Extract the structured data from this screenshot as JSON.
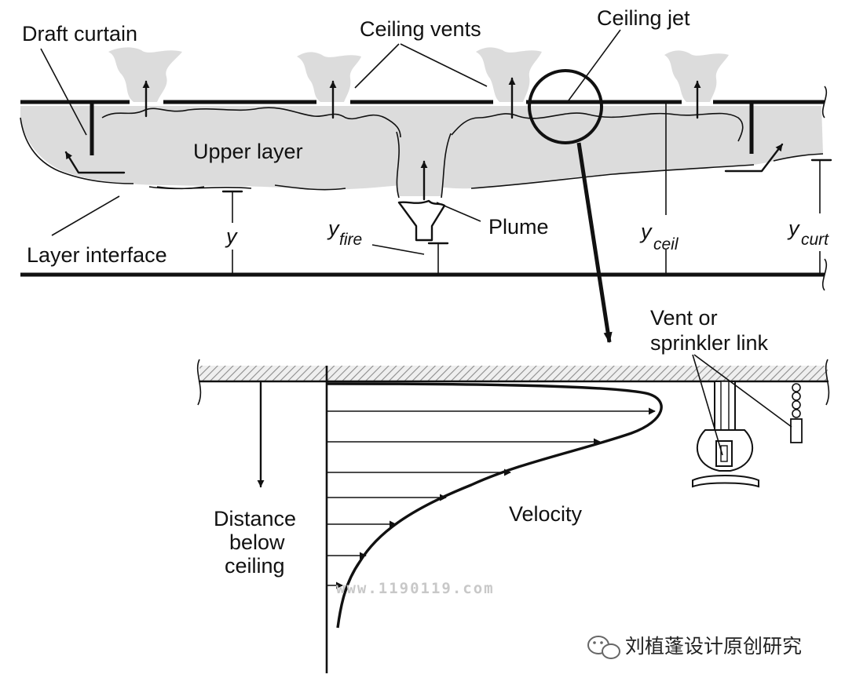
{
  "labels": {
    "draft_curtain": "Draft curtain",
    "ceiling_vents": "Ceiling vents",
    "ceiling_jet": "Ceiling jet",
    "upper_layer": "Upper layer",
    "layer_interface": "Layer interface",
    "plume": "Plume",
    "y": "y",
    "y_fire": "y",
    "y_fire_sub": "fire",
    "y_ceil": "y",
    "y_ceil_sub": "ceil",
    "y_curt": "y",
    "y_curt_sub": "curt",
    "vent_or": "Vent or",
    "sprinkler_link": "sprinkler link",
    "velocity": "Velocity",
    "distance": "Distance",
    "below": "below",
    "ceiling": "ceiling"
  },
  "watermark": "www.1190119.com",
  "brand": "刘植蓬设计原创研究",
  "brand_icon": "wechat-icon",
  "colors": {
    "line": "#111111",
    "smoke": "#dcdcdc",
    "hatch": "#999999",
    "watermark": "#c8c8c8"
  }
}
